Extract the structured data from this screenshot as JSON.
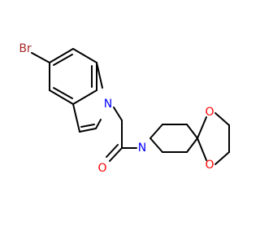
{
  "colors": {
    "bond": "#000000",
    "carbon": "#000000",
    "bromine": "#A52A2A",
    "nitrogen": "#0000FF",
    "oxygen": "#FF0000"
  },
  "atom_labels": {
    "bromine": "Br",
    "indole_nitrogen": "N",
    "piperidine_nitrogen": "N",
    "carbonyl_oxygen": "O",
    "ketal_oxygen_upper": "O",
    "ketal_oxygen_lower": "O"
  }
}
